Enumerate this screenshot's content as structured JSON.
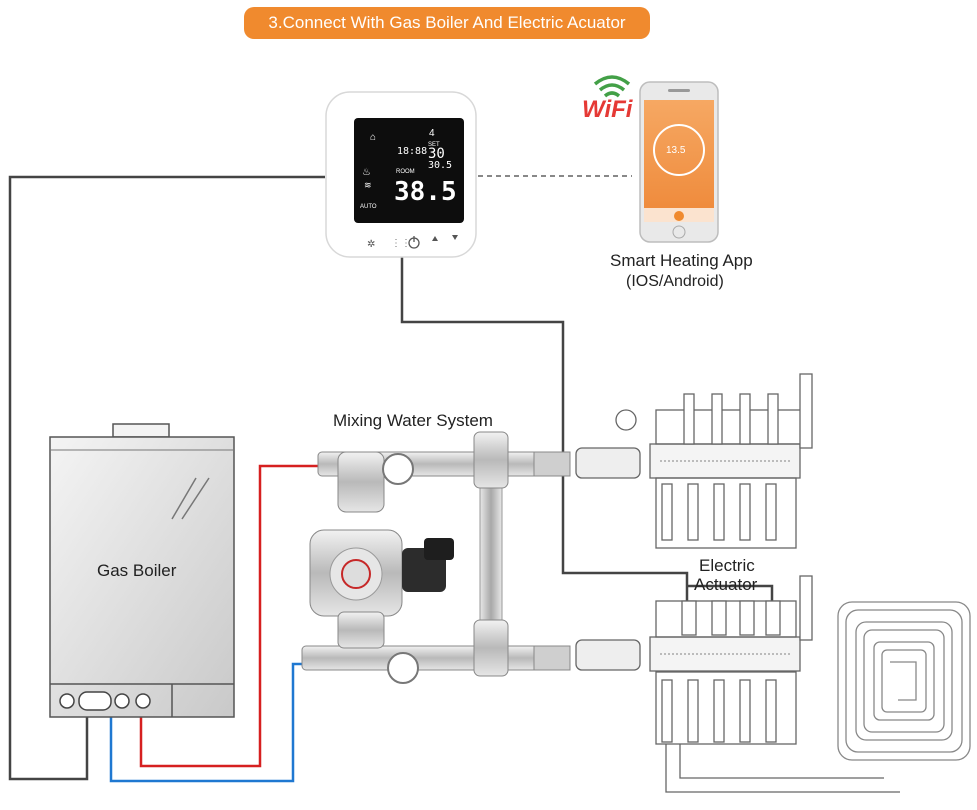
{
  "title": "3.Connect With Gas Boiler And Electric Acuator",
  "thermostat": {
    "set_label": "SET",
    "set_temp": "30",
    "set_sub": "30.5",
    "room_label": "ROOM",
    "room_temp": "38.5",
    "clock": "18:88",
    "period": "4",
    "mode": "AUTO"
  },
  "wifi_text": "WiFi",
  "phone_temp": "13.5",
  "app": {
    "name": "Smart Heating App",
    "platforms": "(IOS/Android)"
  },
  "labels": {
    "mixing": "Mixing Water System",
    "boiler": "Gas Boiler",
    "actuator_line1": "Electric",
    "actuator_line2": "Actuator"
  },
  "colors": {
    "accent": "#f08a2e",
    "wire": "#444444",
    "hot_pipe": "#d62020",
    "cold_pipe": "#1f78d1",
    "wifi_red": "#e53935",
    "wifi_green": "#43a047",
    "phone_screen": "#f49a52"
  }
}
